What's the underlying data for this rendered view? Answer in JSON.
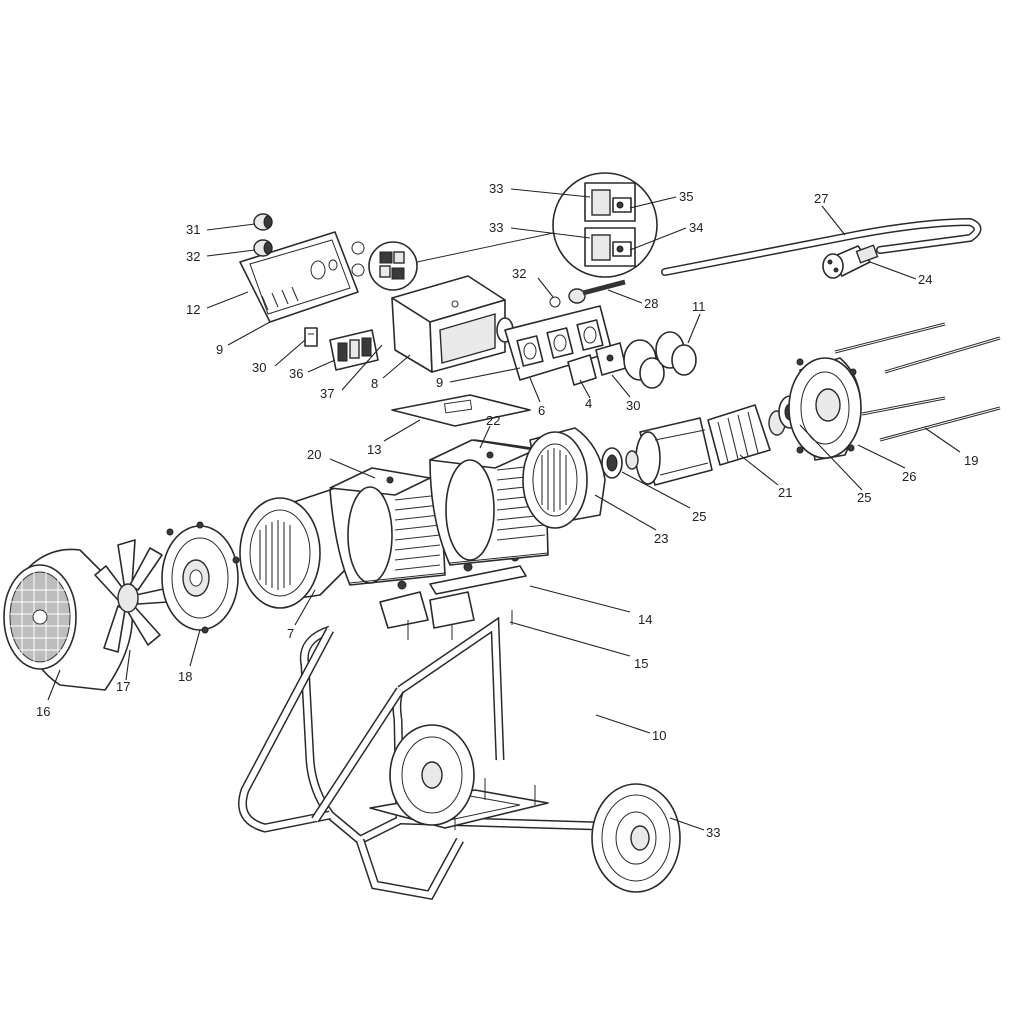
{
  "diagram": {
    "callouts": [
      {
        "id": "c31a",
        "text": "31"
      },
      {
        "id": "c32a",
        "text": "32"
      },
      {
        "id": "c12",
        "text": "12"
      },
      {
        "id": "c9a",
        "text": "9"
      },
      {
        "id": "c30a",
        "text": "30"
      },
      {
        "id": "c36",
        "text": "36"
      },
      {
        "id": "c37",
        "text": "37"
      },
      {
        "id": "c8",
        "text": "8"
      },
      {
        "id": "c33a",
        "text": "33"
      },
      {
        "id": "c33b",
        "text": "33"
      },
      {
        "id": "c35",
        "text": "35"
      },
      {
        "id": "c34",
        "text": "34"
      },
      {
        "id": "c27",
        "text": "27"
      },
      {
        "id": "c24",
        "text": "24"
      },
      {
        "id": "c32b",
        "text": "32"
      },
      {
        "id": "c28",
        "text": "28"
      },
      {
        "id": "c11",
        "text": "11"
      },
      {
        "id": "c9b",
        "text": "9"
      },
      {
        "id": "c6",
        "text": "6"
      },
      {
        "id": "c4",
        "text": "4"
      },
      {
        "id": "c30b",
        "text": "30"
      },
      {
        "id": "c13",
        "text": "13"
      },
      {
        "id": "c20",
        "text": "20"
      },
      {
        "id": "c22",
        "text": "22"
      },
      {
        "id": "c21",
        "text": "21"
      },
      {
        "id": "c26",
        "text": "26"
      },
      {
        "id": "c19",
        "text": "19"
      },
      {
        "id": "c25a",
        "text": "25"
      },
      {
        "id": "c25b",
        "text": "25"
      },
      {
        "id": "c23",
        "text": "23"
      },
      {
        "id": "c14",
        "text": "14"
      },
      {
        "id": "c15",
        "text": "15"
      },
      {
        "id": "c10",
        "text": "10"
      },
      {
        "id": "c7",
        "text": "7"
      },
      {
        "id": "c16",
        "text": "16"
      },
      {
        "id": "c17",
        "text": "17"
      },
      {
        "id": "c18",
        "text": "18"
      },
      {
        "id": "c33c",
        "text": "33"
      }
    ]
  }
}
